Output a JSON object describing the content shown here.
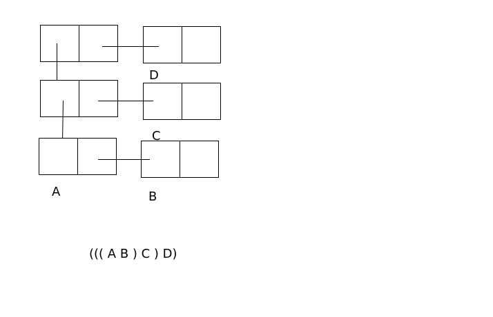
{
  "diagram": {
    "nodes": [
      {
        "id": "D",
        "label": "D"
      },
      {
        "id": "C",
        "label": "C"
      },
      {
        "id": "B",
        "label": "B"
      },
      {
        "id": "A",
        "label": "A"
      }
    ],
    "expression": "((( A B ) C ) D)"
  }
}
